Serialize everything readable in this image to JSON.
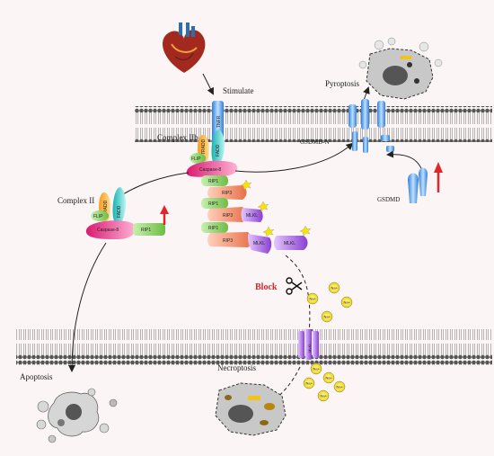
{
  "labels": {
    "stimulate": "Stimulate",
    "complex_iib": "Complex IIb",
    "complex_ii": "Complex II",
    "pyroptosis": "Pyroptosis",
    "apoptosis": "Apoptosis",
    "necroptosis": "Necroptosis",
    "block": "Block",
    "gsdmd": "GSDMD",
    "gsdmd_n": "GSDMD-N"
  },
  "proteins": {
    "tnfr": "TNFR",
    "tradd": "TRADD",
    "fadd": "FADD",
    "flip": "FLIP",
    "caspase8": "Caspase-8",
    "rip1": "RIP1",
    "rip3": "RIP3",
    "mlkl": "MLKL",
    "ion": "Na+"
  },
  "colors": {
    "membrane": "#6e6e6e",
    "membrane_head": "#4d4d4d",
    "arrow": "#222222",
    "up_arrow": "#e0262b",
    "block_text": "#d7262b",
    "caspase": "#e8338a",
    "tradd": "#f6b73c",
    "fadd": "#48c7c3",
    "flip": "#7ed957",
    "rip1": "#9ccc65",
    "rip3": "#ef8a6a",
    "mlkl": "#9b59d6",
    "gsdmd": "#5ba7e6",
    "ion": "#f7e200"
  },
  "icons": [
    "heart-icon",
    "scissors-icon",
    "pyroptotic-cell-icon",
    "apoptotic-cell-icon",
    "necroptotic-cell-icon"
  ]
}
